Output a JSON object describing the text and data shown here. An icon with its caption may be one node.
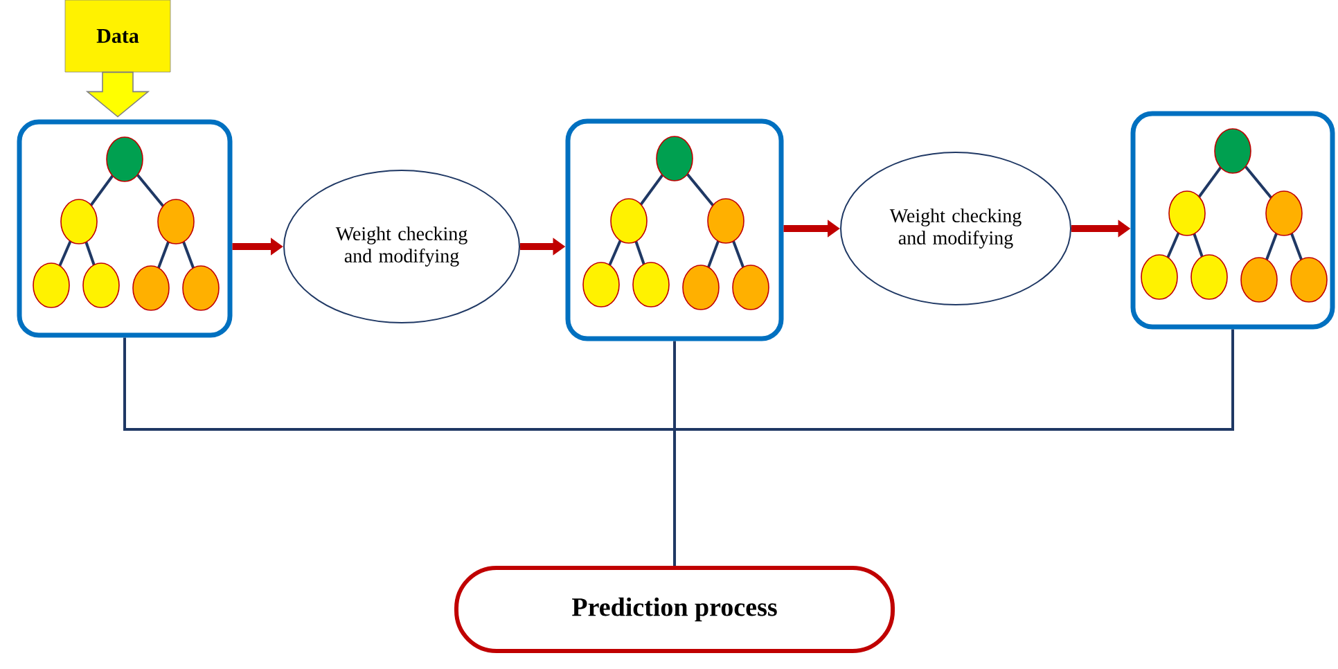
{
  "diagram": {
    "nodes": [
      {
        "text": [
          "Data"
        ]
      },
      {
        "text": [],
        "shape": "box"
      },
      {
        "text": [
          "Weight checking and modifying"
        ]
      },
      {
        "text": [],
        "shape": "box"
      },
      {
        "text": [
          "Weight checking and modifying"
        ]
      },
      {
        "text": [],
        "shape": "box"
      },
      {
        "text": [
          "Prediction process"
        ]
      }
    ],
    "edges": [
      {
        "from": 0,
        "to": 1,
        "arrow": "to",
        "style": "thick",
        "color": "#ffff00"
      },
      {
        "from": 1,
        "to": 2,
        "arrow": "to"
      },
      {
        "from": 2,
        "to": 3,
        "arrow": "to"
      },
      {
        "from": 3,
        "to": 4,
        "arrow": "to"
      },
      {
        "from": 4,
        "to": 5,
        "arrow": "to"
      },
      {
        "from": 1,
        "to": 6,
        "arrow": "none",
        "color": "#1f3864"
      },
      {
        "from": 3,
        "to": 6,
        "arrow": "none",
        "color": "#1f3864"
      },
      {
        "from": 5,
        "to": 6,
        "arrow": "none",
        "color": "#1f3864"
      }
    ]
  }
}
